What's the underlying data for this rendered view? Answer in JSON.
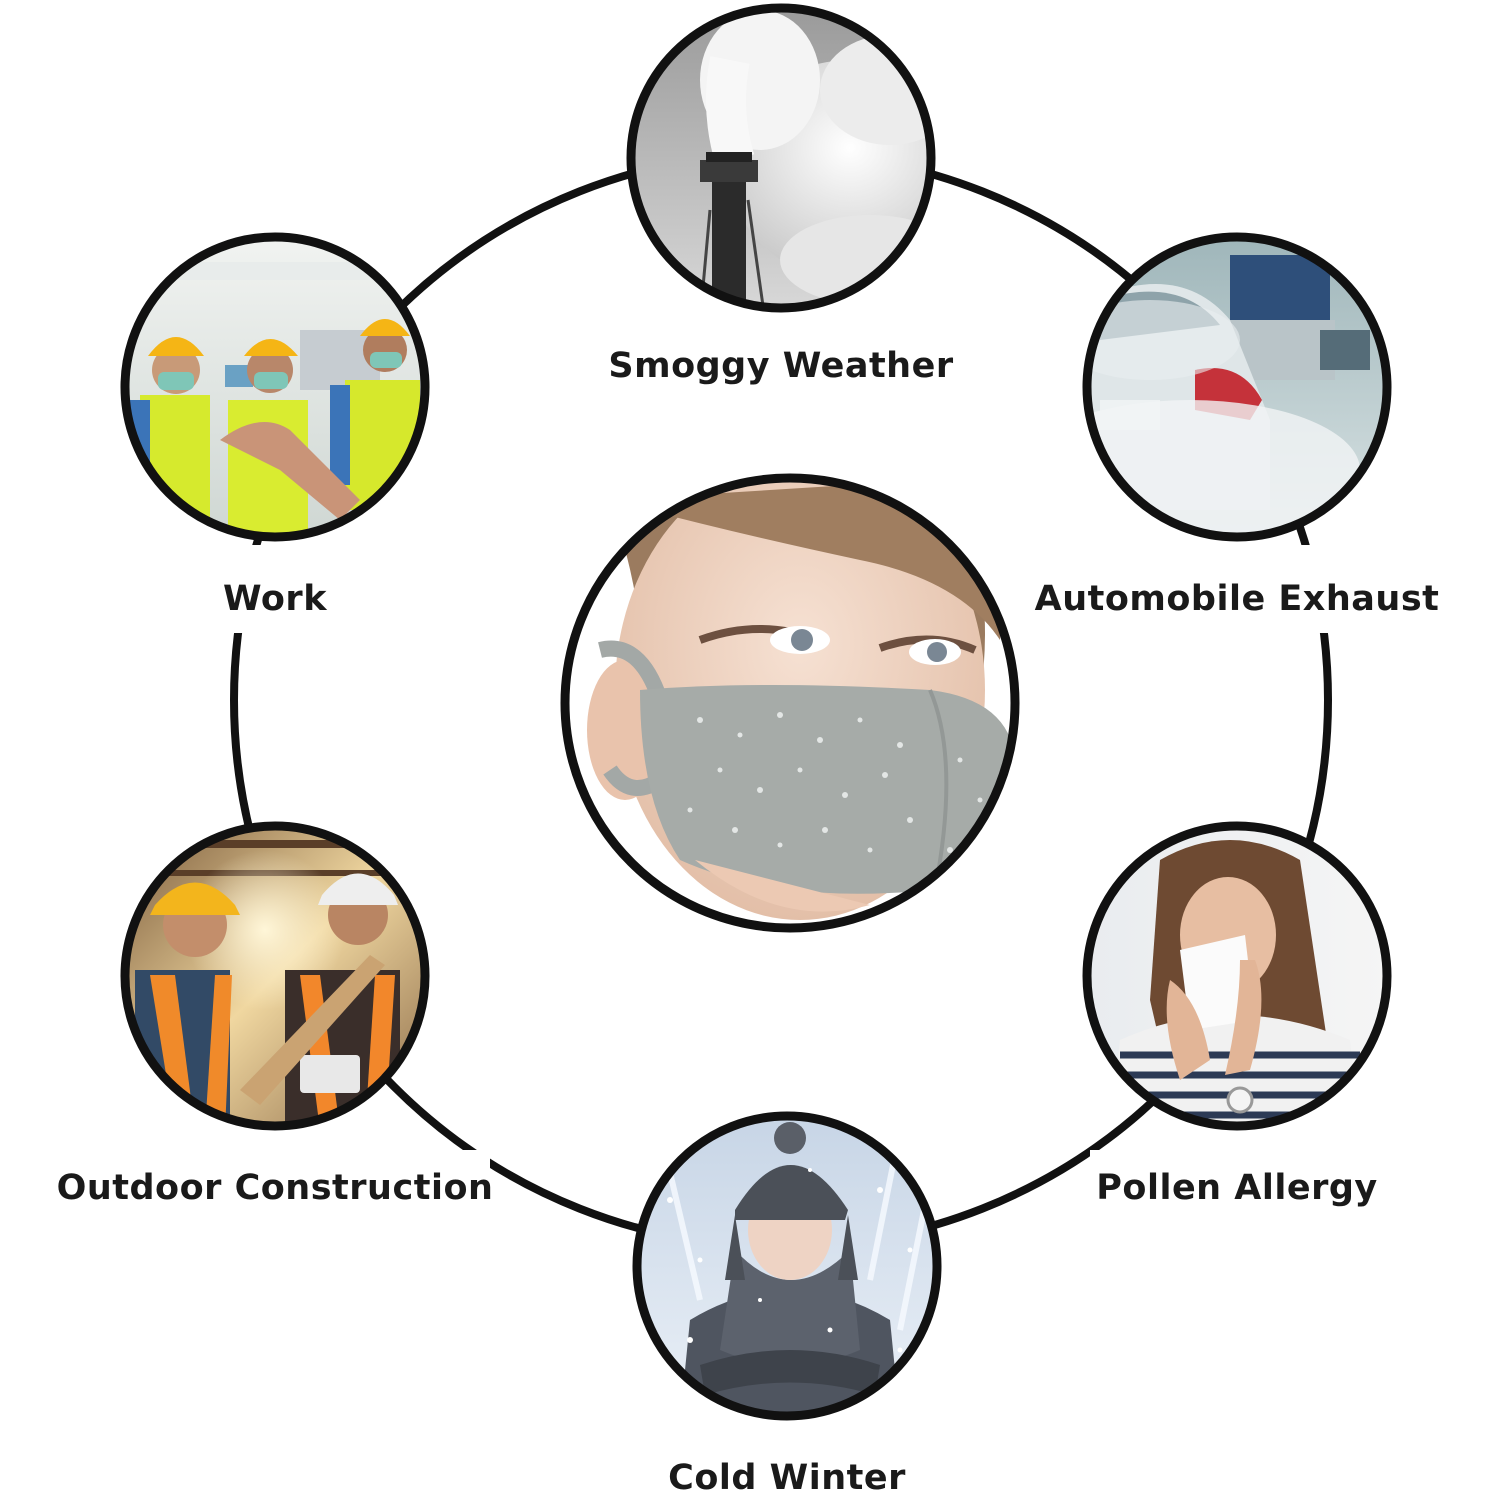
{
  "center": {
    "name": "face-mask-photo",
    "subject": "woman wearing grey rhinestone face mask"
  },
  "scenarios": [
    {
      "key": "smoggy",
      "label": "Smoggy Weather",
      "icon": "factory-smoke-photo"
    },
    {
      "key": "exhaust",
      "label": "Automobile Exhaust",
      "icon": "car-exhaust-photo"
    },
    {
      "key": "pollen",
      "label": "Pollen Allergy",
      "icon": "sneezing-woman-photo"
    },
    {
      "key": "winter",
      "label": "Cold Winter",
      "icon": "snowy-woman-photo"
    },
    {
      "key": "construction",
      "label": "Outdoor Construction",
      "icon": "construction-workers-photo"
    },
    {
      "key": "work",
      "label": "Work",
      "icon": "masked-workers-photo"
    }
  ],
  "colors": {
    "ring": "#111111",
    "text": "#1a1a1a",
    "background": "#ffffff"
  }
}
